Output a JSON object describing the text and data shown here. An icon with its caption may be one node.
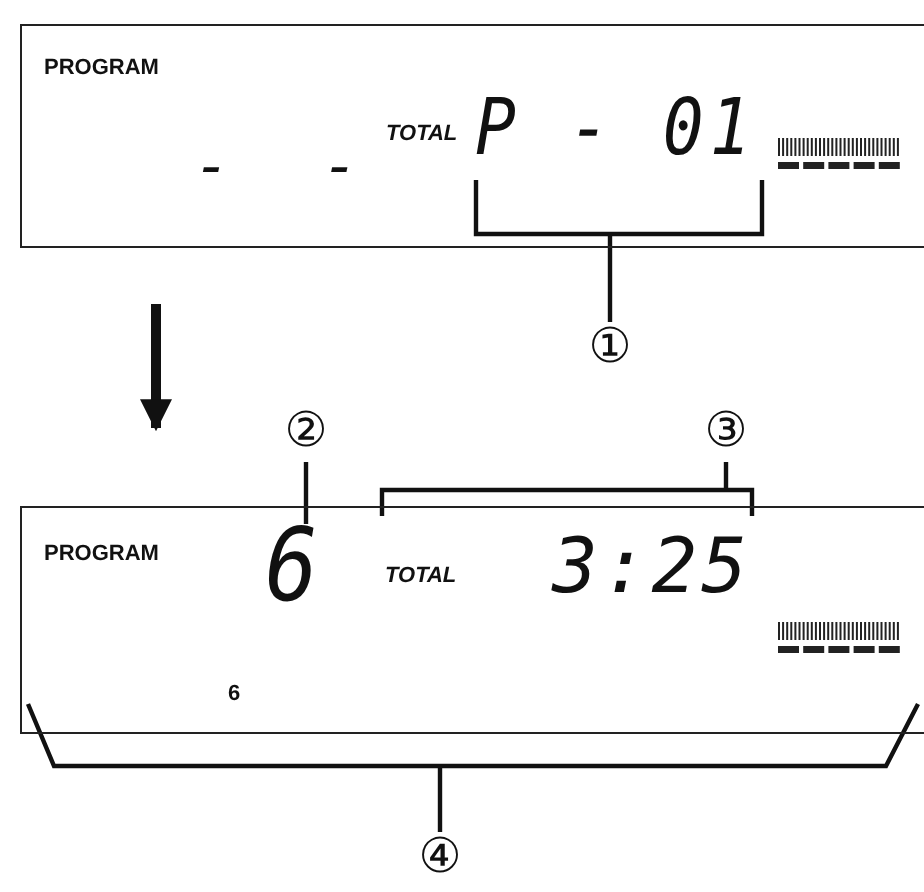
{
  "diagram": {
    "nodes": [
      {
        "text": [],
        "shape": "box"
      },
      {
        "text": [
          "P - 01"
        ],
        "in": 0
      },
      {
        "text": [
          "①"
        ]
      },
      {
        "text": [],
        "shape": "box"
      },
      {
        "text": [
          "6"
        ],
        "in": 3
      },
      {
        "text": [
          "TOTAL",
          "3:25"
        ],
        "in": 3
      },
      {
        "text": [
          "②"
        ]
      },
      {
        "text": [
          "③"
        ]
      },
      {
        "text": [
          "④"
        ]
      }
    ],
    "edges": [
      {
        "from": 0,
        "to": 3,
        "arrow": "to",
        "style": "thick"
      },
      {
        "from": 2,
        "to": 1,
        "arrow": "none"
      },
      {
        "from": 6,
        "to": 4,
        "arrow": "none"
      },
      {
        "from": 7,
        "to": 5,
        "arrow": "none"
      },
      {
        "from": 8,
        "to": 3,
        "arrow": "none"
      }
    ],
    "labels": [
      "PROGRAM",
      "- -",
      "TOTAL",
      "PROGRAM",
      "6"
    ]
  }
}
